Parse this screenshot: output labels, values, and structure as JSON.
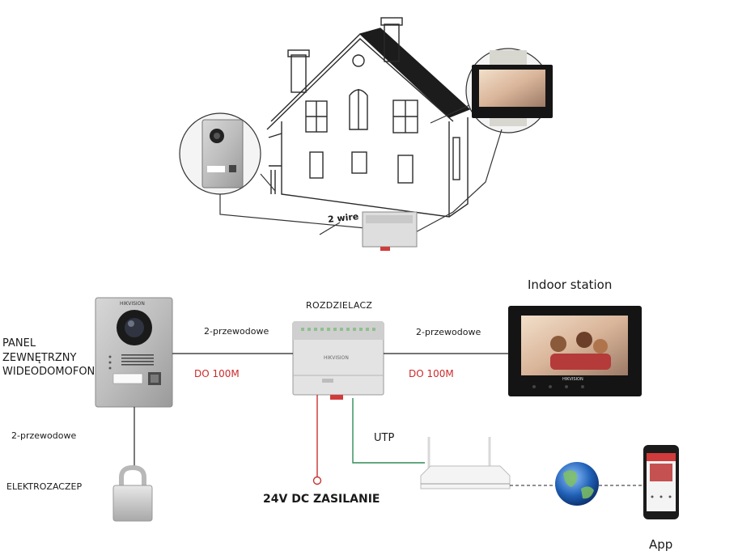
{
  "labels": {
    "two_wire": "2 wire",
    "indoor_station": "Indoor station",
    "rozdzielacz": "ROZDZIELACZ",
    "wire_left": "2-przewodowe",
    "wire_right": "2-przewodowe",
    "dist_left": "DO 100M",
    "dist_right": "DO 100M",
    "panel_line1": "PANEL",
    "panel_line2": "ZEWNĘTRZNY",
    "panel_line3": "WIDEODOMOFON",
    "wire_down": "2-przewodowe",
    "lock": "ELEKTROZACZEP",
    "utp": "UTP",
    "power": "24V DC ZASILANIE",
    "app": "App",
    "brand": "HIKVISION"
  },
  "colors": {
    "power_line": "#c83232",
    "utp_line": "#2e8b57",
    "signal_line": "#222222",
    "accent_red": "#cc2a2a"
  },
  "icons": [
    "house-icon",
    "door-panel-icon",
    "monitor-icon",
    "distributor-icon",
    "router-icon",
    "globe-icon",
    "smartphone-icon",
    "padlock-icon"
  ]
}
